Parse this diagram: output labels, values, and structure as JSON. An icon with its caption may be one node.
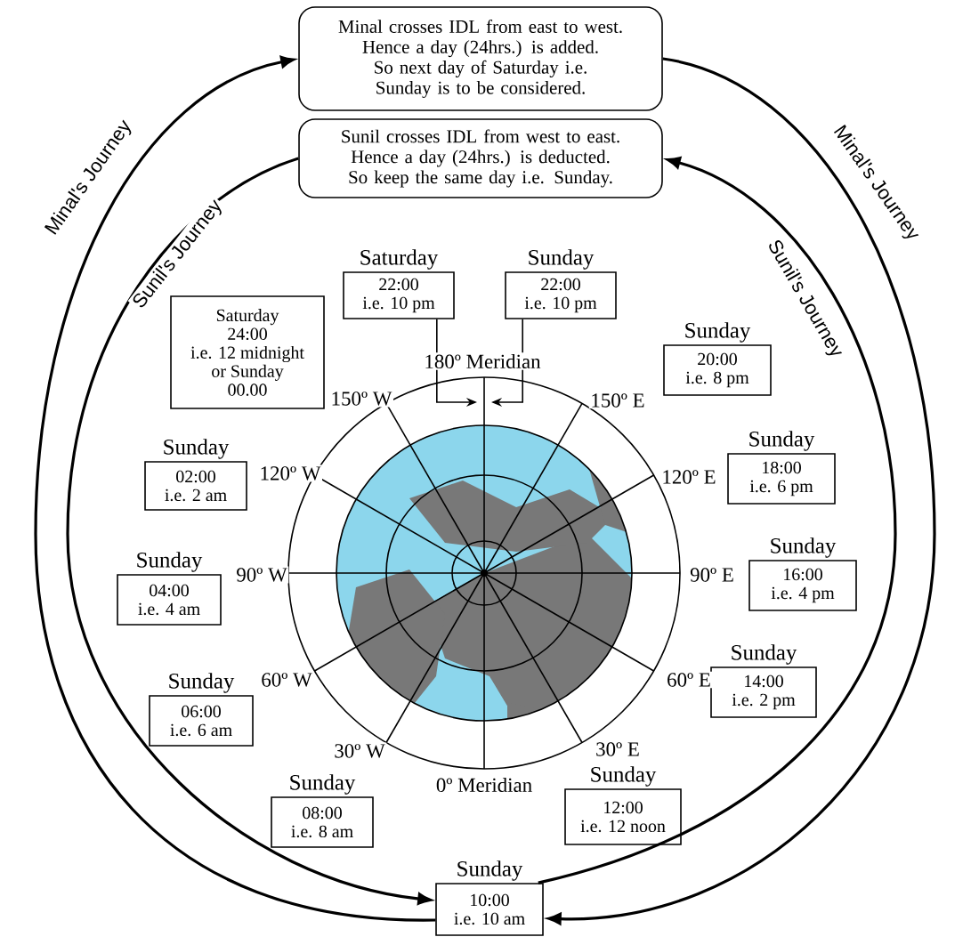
{
  "diagram": {
    "nodes": [
      {
        "text": [
          "Minal crosses IDL from east to west.",
          "Hence a day (24hrs.) is added.",
          "So next day of Saturday i.e. Sunday is to be considered."
        ]
      },
      {
        "text": [
          "Sunil crosses IDL from west to east.",
          "Hence a day (24hrs.) is deducted.",
          "So keep the same day i.e. Sunday."
        ]
      },
      {
        "text": [
          "Saturday",
          "22:00",
          "i.e. 10 pm"
        ]
      },
      {
        "text": [
          "Sunday",
          "22:00",
          "i.e. 10 pm"
        ]
      },
      {
        "text": [
          "Saturday",
          "24:00",
          "i.e. 12 midnight",
          "or Sunday",
          "00.00"
        ]
      },
      {
        "text": [
          "Sunday",
          "20:00",
          "i.e. 8 pm"
        ]
      },
      {
        "text": [
          "Sunday",
          "02:00",
          "i.e. 2 am"
        ]
      },
      {
        "text": [
          "Sunday",
          "18:00",
          "i.e. 6 pm"
        ]
      },
      {
        "text": [
          "Sunday",
          "04:00",
          "i.e. 4 am"
        ]
      },
      {
        "text": [
          "Sunday",
          "16:00",
          "i.e. 4 pm"
        ]
      },
      {
        "text": [
          "Sunday",
          "06:00",
          "i.e. 6 am"
        ]
      },
      {
        "text": [
          "Sunday",
          "14:00",
          "i.e. 2 pm"
        ]
      },
      {
        "text": [
          "Sunday",
          "08:00",
          "i.e. 8 am"
        ]
      },
      {
        "text": [
          "Sunday",
          "12:00",
          "i.e. 12 noon"
        ]
      },
      {
        "text": [
          "Sunday",
          "10:00",
          "i.e. 10 am"
        ]
      }
    ],
    "edges": [
      {
        "from": 14,
        "to": 0,
        "arrow": "to",
        "label": "Minal's Journey"
      },
      {
        "from": 0,
        "to": 14,
        "arrow": "to",
        "label": "Minal's Journey"
      },
      {
        "from": 1,
        "to": 14,
        "arrow": "to",
        "label": "Sunil's Journey"
      },
      {
        "from": 14,
        "to": 1,
        "arrow": "to",
        "label": "Sunil's Journey"
      },
      {
        "from": 2,
        "to": null,
        "arrow": "to"
      },
      {
        "from": 3,
        "to": null,
        "arrow": "to"
      }
    ],
    "labels": [
      "180º Meridian",
      "150º W",
      "150º E",
      "120º W",
      "120º E",
      "90º W",
      "90º E",
      "60º W",
      "60º E",
      "30º W",
      "30º E",
      "0º Meridian"
    ]
  }
}
